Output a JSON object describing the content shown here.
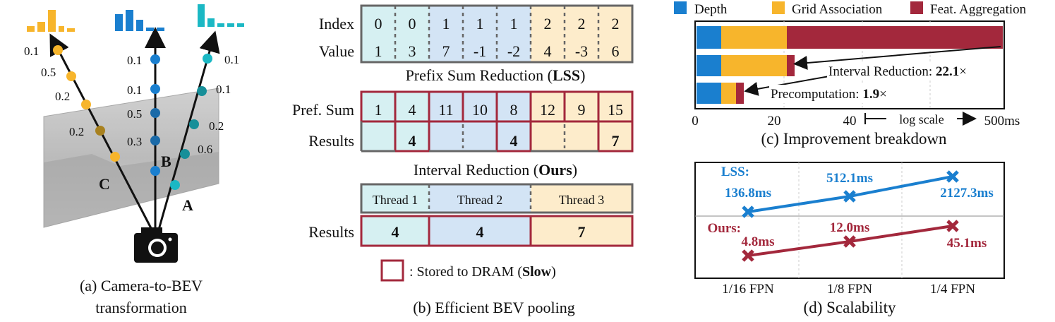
{
  "panel_a": {
    "caption_line1": "(a) Camera-to-BEV",
    "caption_line2": "transformation",
    "label_a": "A",
    "label_b": "B",
    "label_c": "C",
    "left_ray_probs": [
      "0.1",
      "0.5",
      "0.2",
      "0.2"
    ],
    "mid_ray_probs": [
      "0.1",
      "0.1",
      "0.5",
      "0.3"
    ],
    "right_ray_probs": [
      "0.1",
      "0.1",
      "0.2",
      "0.6"
    ],
    "colors": {
      "orange": "#f7b52c",
      "blue": "#1a7fcf",
      "teal": "#1bb8c4",
      "bar_orange": "#f7b52c",
      "bar_blue": "#1a7fcf",
      "bar_teal": "#1bb8c4"
    }
  },
  "panel_b": {
    "index_label": "Index",
    "value_label": "Value",
    "index_values": [
      "0",
      "0",
      "1",
      "1",
      "1",
      "2",
      "2",
      "2"
    ],
    "value_values": [
      "1",
      "3",
      "7",
      "-1",
      "-2",
      "4",
      "-3",
      "6"
    ],
    "lss_title_prefix": "Prefix Sum Reduction (",
    "lss_title_bold": "LSS",
    "lss_title_suffix": ")",
    "prefsum_label": "Pref. Sum",
    "prefsum_values": [
      "1",
      "4",
      "11",
      "10",
      "8",
      "12",
      "9",
      "15"
    ],
    "results_label": "Results",
    "lss_results": [
      "",
      "4",
      "",
      "",
      "4",
      "",
      "",
      "7"
    ],
    "ours_title_prefix": "Interval Reduction (",
    "ours_title_bold": "Ours",
    "ours_title_suffix": ")",
    "threads": [
      "Thread 1",
      "Thread 2",
      "Thread 3"
    ],
    "ours_results": [
      "4",
      "4",
      "7"
    ],
    "legend_prefix": ": Stored to DRAM (",
    "legend_bold": "Slow",
    "legend_suffix": ")",
    "caption": "(b) Efficient BEV pooling",
    "colors": {
      "cyan_bg": "#d6f0f2",
      "blue_bg": "#d3e4f5",
      "yellow_bg": "#fdeccb",
      "red_border": "#a3283c",
      "grey_border": "#666666"
    }
  },
  "panel_c": {
    "legend": [
      "Depth",
      "Grid Association",
      "Feat. Aggregation"
    ],
    "x_ticks": [
      "0",
      "20",
      "40",
      "500ms"
    ],
    "scale_note": "log scale",
    "annotation1_prefix": "Interval Reduction: ",
    "annotation1_bold": "22.1",
    "annotation1_suffix": "×",
    "annotation2_prefix": "Precomputation: ",
    "annotation2_bold": "1.9",
    "annotation2_suffix": "×",
    "caption": "(c) Improvement breakdown",
    "colors": {
      "depth": "#1a7fcf",
      "grid": "#f7b52c",
      "feat": "#a3283c"
    }
  },
  "panel_d": {
    "x_ticks": [
      "1/16 FPN",
      "1/8 FPN",
      "1/4 FPN"
    ],
    "lss_label": "LSS:",
    "ours_label": "Ours:",
    "lss_values": [
      "136.8ms",
      "512.1ms",
      "2127.3ms"
    ],
    "ours_values": [
      "4.8ms",
      "12.0ms",
      "45.1ms"
    ],
    "caption": "(d) Scalability",
    "colors": {
      "lss": "#1a7fcf",
      "ours": "#a3283c"
    }
  }
}
